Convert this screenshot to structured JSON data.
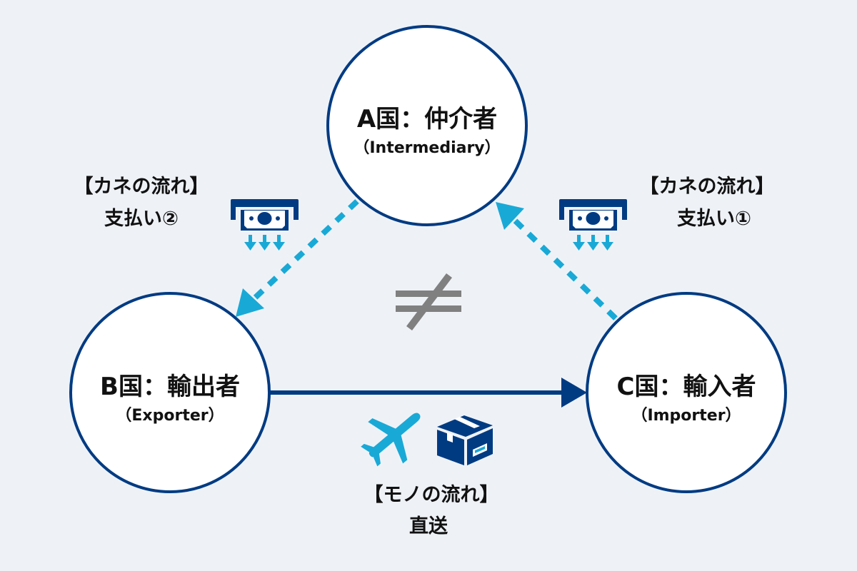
{
  "colors": {
    "background": "#EEF2F7",
    "navy": "#003B82",
    "light_blue": "#19A9D6",
    "gray": "#808080",
    "node_fill": "#FFFFFF",
    "text": "#111111"
  },
  "nodes": {
    "a": {
      "title": "A国：仲介者",
      "subtitle": "（Intermediary）"
    },
    "b": {
      "title": "B国：輸出者",
      "subtitle": "（Exporter）"
    },
    "c": {
      "title": "C国：輸入者",
      "subtitle": "（Importer）"
    }
  },
  "money_flows": {
    "left": {
      "heading": "【カネの流れ】",
      "label": "支払い②",
      "icon": "cash-payment-icon"
    },
    "right": {
      "heading": "【カネの流れ】",
      "label": "支払い①",
      "icon": "cash-payment-icon"
    }
  },
  "goods_flow": {
    "heading": "【モノの流れ】",
    "label": "直送",
    "icons": [
      "airplane-icon",
      "package-box-icon"
    ]
  },
  "relation_symbol": {
    "name": "not-equal-icon",
    "glyph": "≠"
  }
}
